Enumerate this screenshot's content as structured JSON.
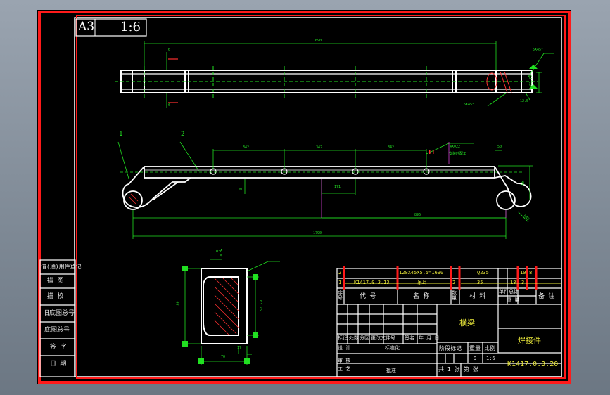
{
  "sheet": {
    "size_label": "A3",
    "scale": "1:6"
  },
  "dims": {
    "top_overall": "1690",
    "top_left_mark": "6",
    "top_left_mark2": "6",
    "chamfer_top": "5X45°",
    "chamfer_bottom": "5X45°",
    "end_height": "63.75",
    "end_small": "12.5",
    "pitch1": "342",
    "pitch2": "342",
    "pitch3": "342",
    "hole_note": "4XΦ22",
    "hole_note2": "安装时配工",
    "right_gap": "50",
    "right_height": "65",
    "left_small": "8",
    "mid_gap": "171",
    "span_896": "896",
    "total_1790": "1790",
    "radius_label": "R45",
    "section_label": "A-A",
    "section_small": "5",
    "section_height": "80",
    "section_inner": "63.75",
    "section_width": "70",
    "section_bottom": "17"
  },
  "balloons": {
    "part1": "1",
    "part2": "2"
  },
  "left_strip": [
    "借(通)用件登记",
    "描 图",
    "描 校",
    "旧底图总号",
    "底图总号",
    "签 字",
    "日 期"
  ],
  "bom": {
    "row2": {
      "seq": "2",
      "code": "",
      "name": "120X45X5.5=1690",
      "qty": "",
      "material": "Q235",
      "unit_weight": "",
      "total_weight": "10",
      "note": "8"
    },
    "row1": {
      "seq": "1",
      "code": "K1417.0.3.13",
      "name": "吊耳",
      "qty": "2",
      "material": "35",
      "unit_weight": "18",
      "total_weight": "3",
      "note": ""
    },
    "header": {
      "seq": "序号",
      "code": "代  号",
      "name": "名  称",
      "qty": "数量",
      "material": "材  料",
      "weight_top": "单件总计",
      "weight_bottom": "重 量",
      "note": "备 注"
    }
  },
  "title_block": {
    "part_name": "横梁",
    "drawing_type": "焊接件",
    "drawing_number": "K1417.0.3.20",
    "rev_header": [
      "标记",
      "处数",
      "分区",
      "更改文件号",
      "签名",
      "年.月.日"
    ],
    "design": "设 计",
    "standardize": "标准化",
    "review": "审 核",
    "process": "工 艺",
    "approve": "批准",
    "stage_mark": "阶段标记",
    "weight": "重量",
    "scale": "比例",
    "weight_value": "9",
    "scale_value": "1:6",
    "sheet_total": "共 1 张",
    "sheet_no": "第  张"
  },
  "colors": {
    "frame_red": "#ff1a1a",
    "line_white": "#ffffff",
    "dim_green": "#21e021",
    "center_green": "#21e021",
    "hidden_purple": "#d23fd2",
    "yellow_text": "#e6e63a",
    "hatch_red": "#ff3030",
    "sheet_bg": "#000000"
  }
}
